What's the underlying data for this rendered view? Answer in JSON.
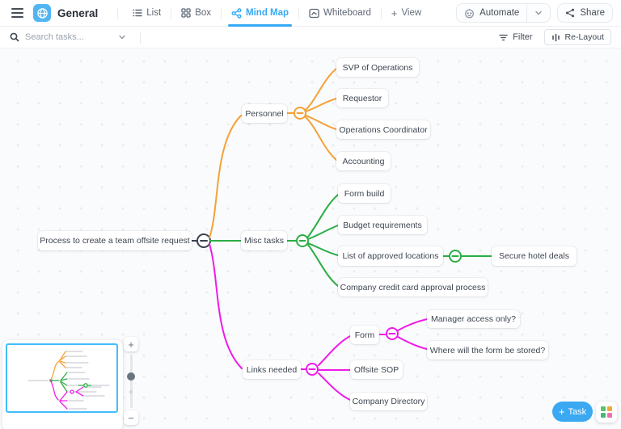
{
  "colors": {
    "orange": "#F5A137",
    "green": "#2BAD45",
    "magenta": "#EF1BE9",
    "blue": "#35AAF4",
    "dark_toggle": "#39424E",
    "minimap_border": "#42BDF8",
    "mini_gray": "#C9CDD3"
  },
  "header": {
    "title": "General",
    "tabs": [
      {
        "label": "List"
      },
      {
        "label": "Box"
      },
      {
        "label": "Mind Map",
        "active": true
      },
      {
        "label": "Whiteboard"
      }
    ],
    "add_view_plus": "+",
    "add_view": "View",
    "automate": "Automate",
    "share": "Share"
  },
  "toolbar": {
    "search_placeholder": "Search tasks...",
    "filter": "Filter",
    "relayout": "Re-Layout"
  },
  "mindmap": {
    "root": {
      "label": "Process to create a team offsite request"
    },
    "branches": [
      {
        "label": "Personnel",
        "color": "#F5A137",
        "children": [
          {
            "label": "SVP of Operations"
          },
          {
            "label": "Requestor"
          },
          {
            "label": "Operations Coordinator"
          },
          {
            "label": "Accounting"
          }
        ]
      },
      {
        "label": "Misc tasks",
        "color": "#2BAD45",
        "children": [
          {
            "label": "Form build"
          },
          {
            "label": "Budget requirements"
          },
          {
            "label": "List of approved locations",
            "children": [
              {
                "label": "Secure hotel deals"
              }
            ]
          },
          {
            "label": "Company credit card approval process"
          }
        ]
      },
      {
        "label": "Links needed",
        "color": "#EF1BE9",
        "children": [
          {
            "label": "Form",
            "children": [
              {
                "label": "Manager access only?"
              },
              {
                "label": "Where will the form be stored?"
              }
            ]
          },
          {
            "label": "Offsite SOP"
          },
          {
            "label": "Company Directory"
          }
        ]
      }
    ]
  },
  "controls": {
    "zoom_in": "+",
    "zoom_out": "−",
    "task_plus": "+",
    "task": "Task",
    "app_tile_colors": [
      "#5BC267",
      "#EDA83F",
      "#46B77C",
      "#EE6FAE"
    ]
  }
}
